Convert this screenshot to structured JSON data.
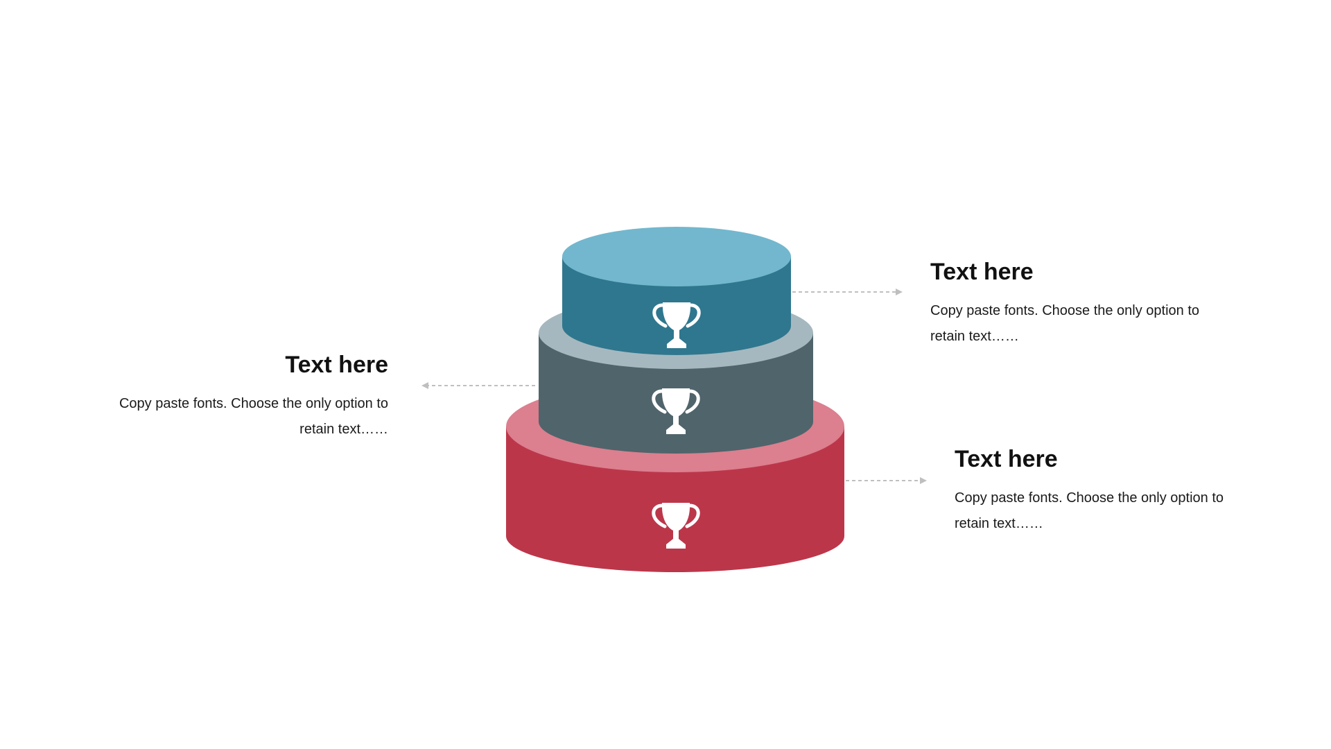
{
  "diagram": {
    "tiers": [
      {
        "id": "top",
        "top_color": "#72B7CE",
        "side_color": "#2F778E",
        "icon": "trophy-icon"
      },
      {
        "id": "middle",
        "top_color": "#A6B8BF",
        "side_color": "#50646B",
        "icon": "trophy-icon"
      },
      {
        "id": "bottom",
        "top_color": "#DC7F8E",
        "side_color": "#BC364A",
        "icon": "trophy-icon"
      }
    ],
    "arrow_color": "#BFBFBF"
  },
  "callouts": {
    "top": {
      "title": "Text here",
      "desc_line1": "Copy paste fonts. Choose the only option to",
      "desc_line2": "retain text……"
    },
    "middle": {
      "title": "Text here",
      "desc_line1": "Copy paste fonts. Choose the only option to",
      "desc_line2": "retain text……"
    },
    "bottom": {
      "title": "Text here",
      "desc_line1": "Copy paste fonts. Choose the only option to",
      "desc_line2": "retain text……"
    }
  }
}
